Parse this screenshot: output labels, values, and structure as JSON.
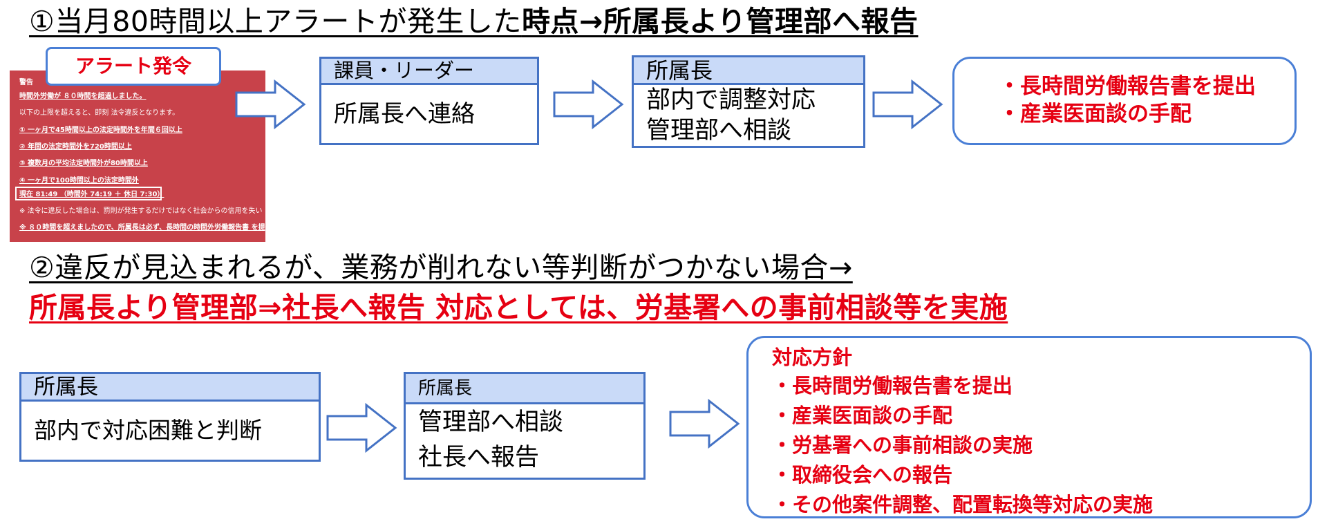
{
  "section1": {
    "title_normal": "①当月80時間以上アラートが発生した",
    "title_bold": "時点→所属長より管理部へ報告",
    "alert": {
      "tag": "アラート発令",
      "lines": [
        "警告",
        "時間外労働が ８０時間を超過しました。",
        "以下の上限を超えると、即刻 法令違反となります。",
        "① 一ヶ月で45時間以上の法定時間外を年間６回以上",
        "② 年間の法定時間外を720時間以上",
        "③ 複数月の平均法定時間外が80時間以上",
        "④ 一ヶ月で100時間以上の法定時間外",
        "現在 81:49 （時間外 74:19 ＋ 休日 7:30）",
        "※ 法令に違反した場合は、罰則が発生するだけではなく社会からの信用を失い",
        "※ ８０時間を超えましたので、所属長は必ず、長時間の時間外労働報告書 を提"
      ]
    },
    "box1": {
      "header": "課員・リーダー",
      "body": "所属長へ連絡"
    },
    "box2": {
      "header": "所属長",
      "lines": [
        "部内で調整対応",
        "管理部へ相談"
      ]
    },
    "result": [
      "・長時間労働報告書を提出",
      "・産業医面談の手配"
    ]
  },
  "section2": {
    "title": "②違反が見込まれるが、業務が削れない等判断がつかない場合→",
    "subtitle": "所属長より管理部⇒社長へ報告 対応としては、労基署への事前相談等を実施",
    "box1": {
      "header": "所属長",
      "body": "部内で対応困難と判断"
    },
    "box2": {
      "header": "所属長",
      "lines": [
        "管理部へ相談",
        "社長へ報告"
      ]
    },
    "policy": {
      "title": "対応方針",
      "items": [
        "・長時間労働報告書を提出",
        "・産業医面談の手配",
        "・労基署への事前相談の実施",
        "・取締役会への報告",
        "・その他案件調整、配置転換等対応の実施"
      ]
    }
  },
  "colors": {
    "box_border": "#4472c4",
    "header_fill": "#c9daf8",
    "alert_red": "#e60012",
    "alert_bg": "#c8424a"
  }
}
